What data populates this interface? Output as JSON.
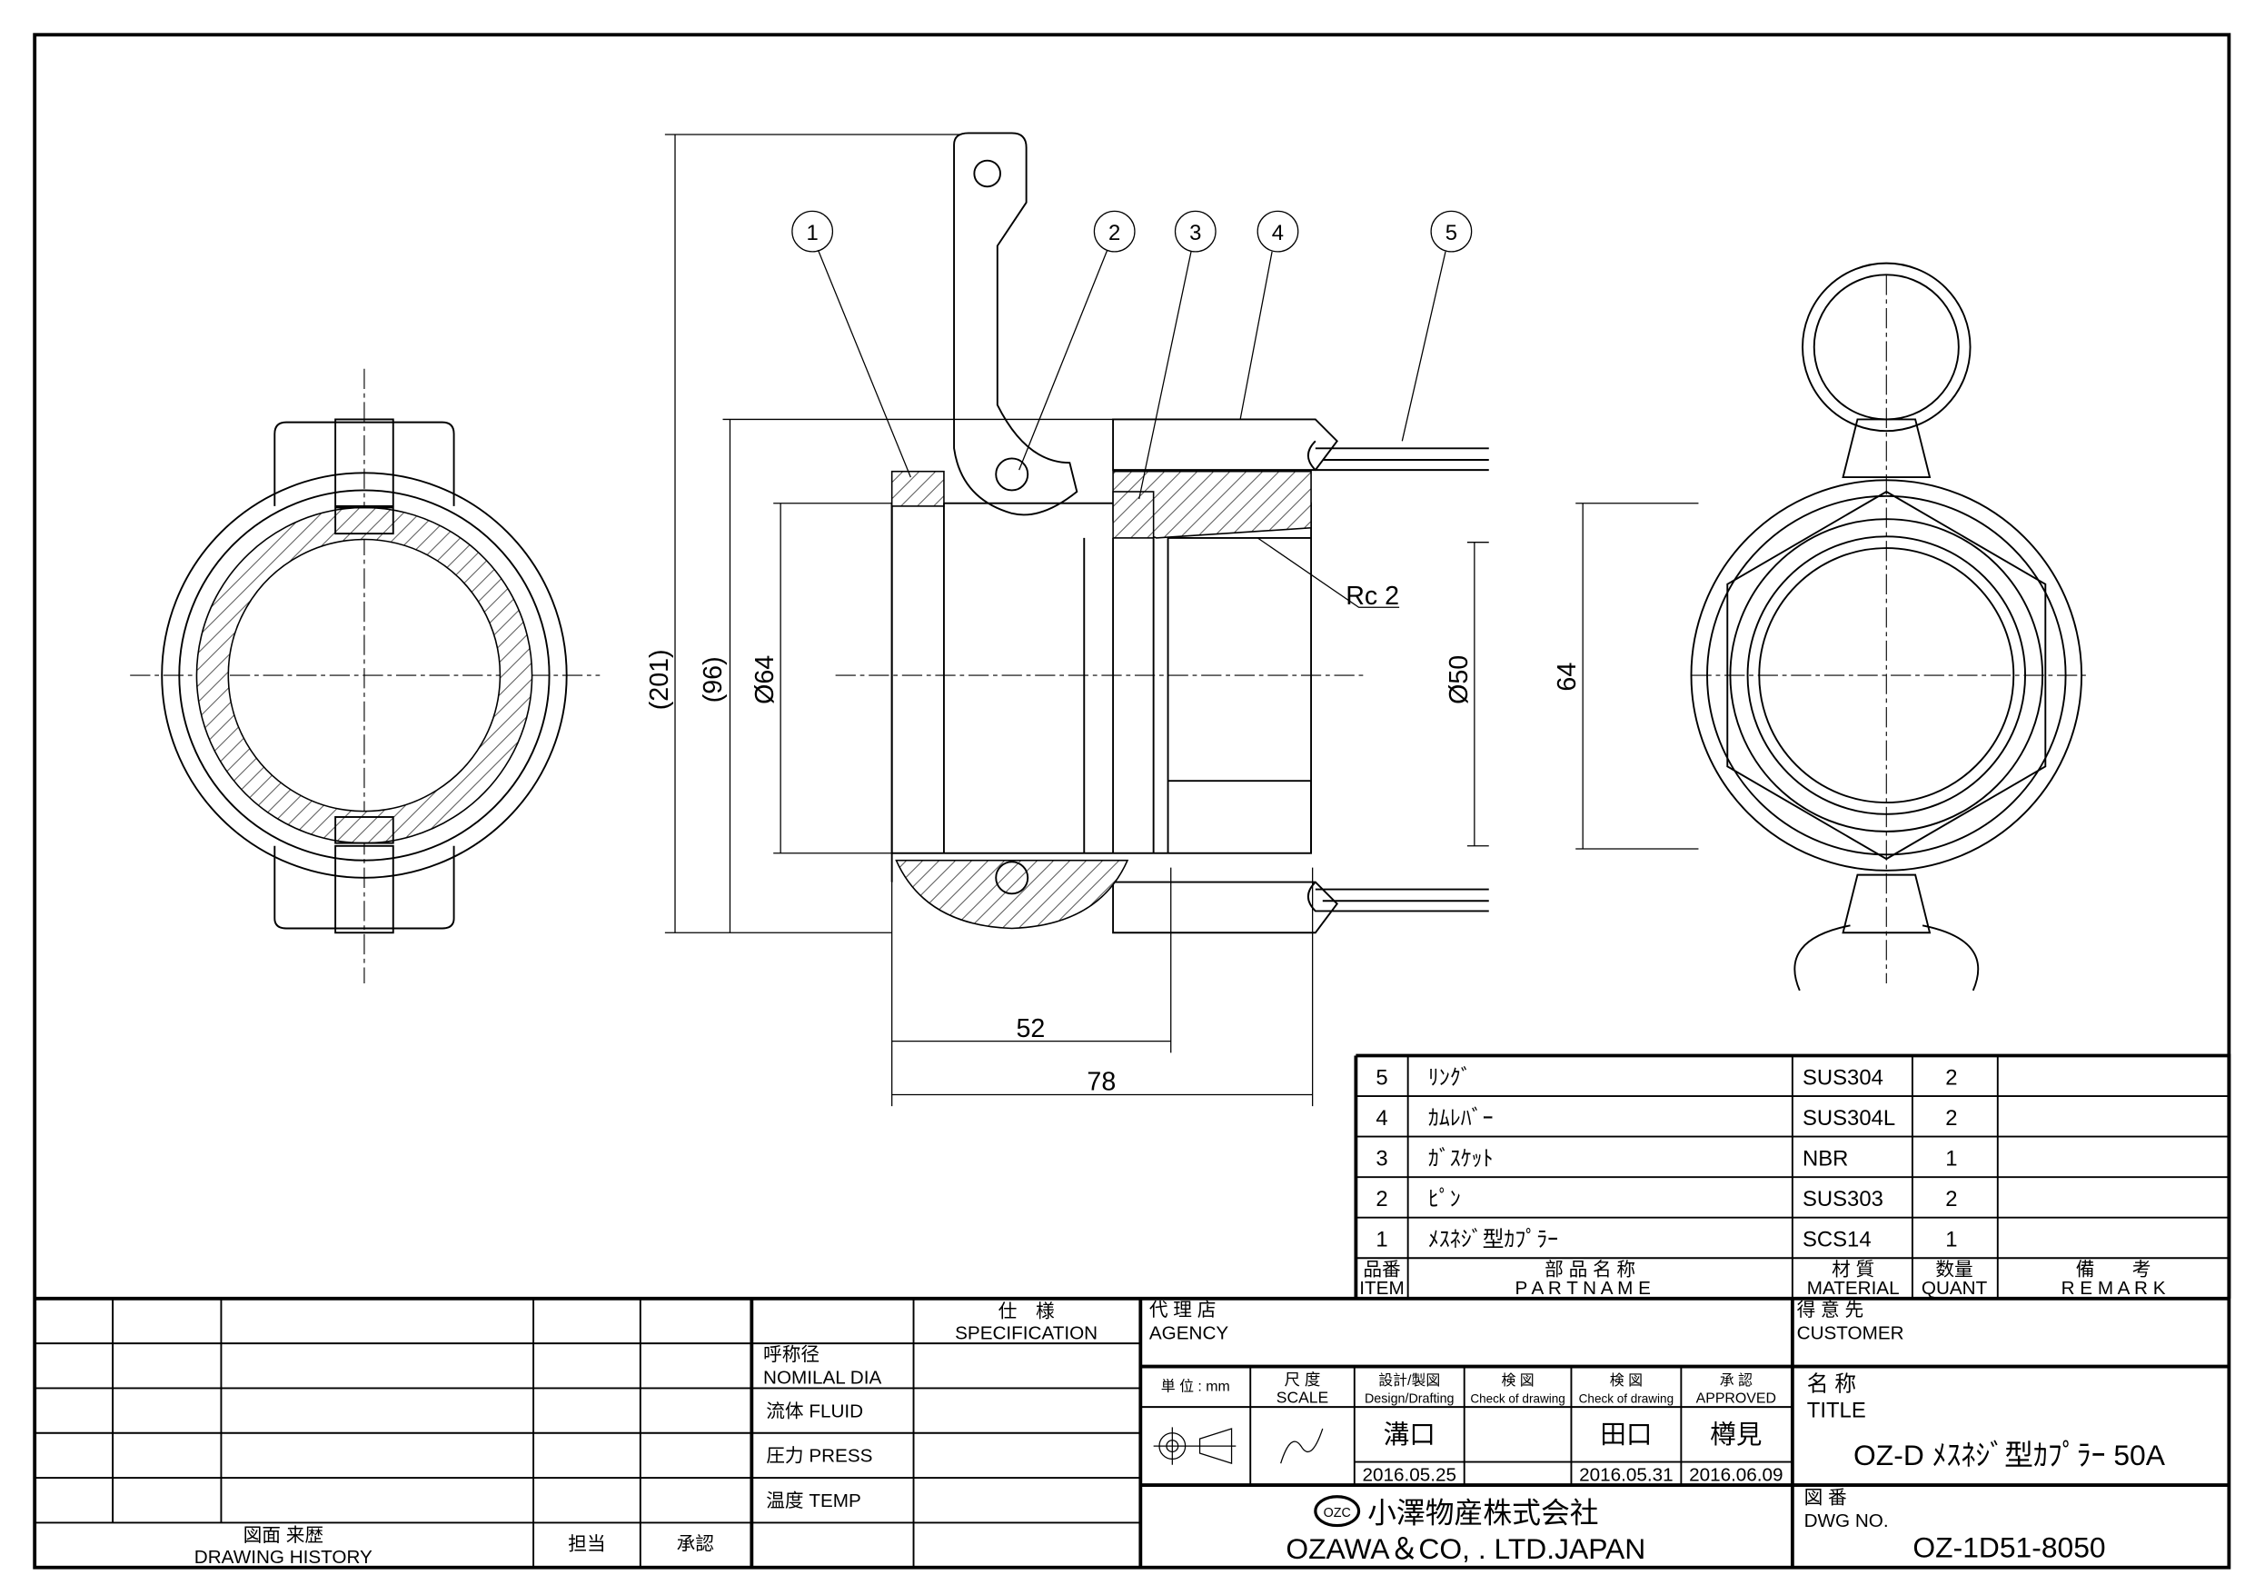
{
  "balloons": [
    "1",
    "2",
    "3",
    "4",
    "5"
  ],
  "dimensions": {
    "overall_height": "(201)",
    "body_height": "(96)",
    "outer_dia": "Ø64",
    "bore_dia": "Ø50",
    "hex_size": "64",
    "length_short": "52",
    "length_total": "78",
    "thread": "Rc 2"
  },
  "parts_list": {
    "rows": [
      {
        "item": "5",
        "name": "ﾘﾝｸﾞ",
        "material": "SUS304",
        "quant": "2"
      },
      {
        "item": "4",
        "name": "ｶﾑﾚﾊﾞｰ",
        "material": "SUS304L",
        "quant": "2"
      },
      {
        "item": "3",
        "name": "ｶﾞｽｹｯﾄ",
        "material": "NBR",
        "quant": "1"
      },
      {
        "item": "2",
        "name": "ﾋﾟﾝ",
        "material": "SUS303",
        "quant": "2"
      },
      {
        "item": "1",
        "name": "ﾒｽﾈｼﾞ型ｶﾌﾟﾗｰ",
        "material": "SCS14",
        "quant": "1"
      }
    ],
    "header": {
      "item_jp": "品番",
      "item_en": "ITEM",
      "name_jp": "部 品 名 称",
      "name_en": "P A R T   N A M E",
      "material_jp": "材 質",
      "material_en": "MATERIAL",
      "quant_jp": "数量",
      "quant_en": "QUANT",
      "remark_jp": "備　　考",
      "remark_en": "R E M A R K"
    }
  },
  "history": {
    "label_jp": "図面 来歴",
    "label_en": "DRAWING HISTORY",
    "charge": "担当",
    "approve": "承認"
  },
  "spec": {
    "header_jp": "仕　様",
    "header_en": "SPECIFICATION",
    "nominal_jp": "呼称径",
    "nominal_en": "NOMILAL DIA",
    "fluid": "流体 FLUID",
    "press": "圧力 PRESS",
    "temp": "温度 TEMP"
  },
  "title_block": {
    "agency_jp": "代 理 店",
    "agency_en": "AGENCY",
    "customer_jp": "得 意 先",
    "customer_en": "CUSTOMER",
    "unit": "単 位 : mm",
    "scale_jp": "尺 度",
    "scale_en": "SCALE",
    "design_jp": "設計/製図",
    "design_en": "Design/Drafting",
    "check1_jp": "検 図",
    "check1_en": "Check of drawing",
    "check2_jp": "検 図",
    "check2_en": "Check of drawing",
    "approved_jp": "承 認",
    "approved_en": "APPROVED",
    "designer": "溝口",
    "checker2": "田口",
    "approver": "樽見",
    "design_date": "2016.05.25",
    "check2_date": "2016.05.31",
    "approved_date": "2016.06.09",
    "title_jp": "名 称",
    "title_en": "TITLE",
    "title": "OZ-D ﾒｽﾈｼﾞ型ｶﾌﾟﾗｰ  50A",
    "dwg_jp": "図 番",
    "dwg_en": "DWG NO.",
    "dwg_no": "OZ-1D51-8050",
    "logo": "OZC",
    "company_jp": "小澤物産株式会社",
    "company_en": "OZAWA＆CO, . LTD.JAPAN"
  }
}
